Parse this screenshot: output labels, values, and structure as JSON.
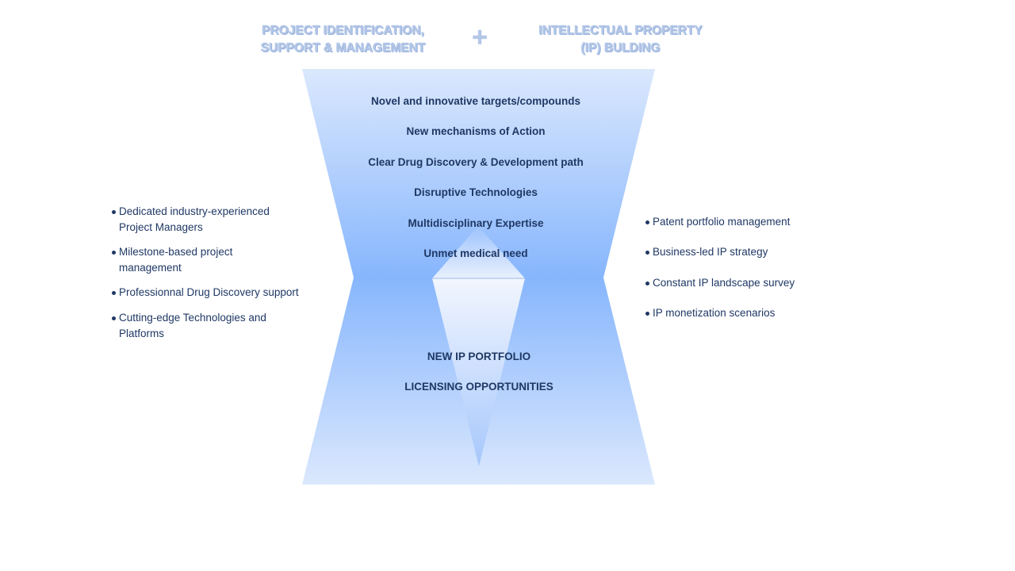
{
  "header": {
    "left_title": "PROJECT IDENTIFICATION,\nSUPPORT & MANAGEMENT",
    "plus": "+",
    "right_title": "INTELLECTUAL PROPERTY\n(IP) BULDING"
  },
  "funnel": {
    "top_items": [
      "Novel and innovative targets/compounds",
      "New mechanisms of Action",
      "Clear Drug Discovery & Development path",
      "Disruptive Technologies",
      "Multidisciplinary Expertise",
      "Unmet medical need"
    ],
    "bottom_items": [
      "NEW IP PORTFOLIO",
      "LICENSING OPPORTUNITIES"
    ]
  },
  "left_list": [
    "Dedicated industry-experienced\nProject Managers",
    "Milestone-based project\nmanagement",
    "Professionnal Drug Discovery support",
    "Cutting-edge Technologies and\nPlatforms"
  ],
  "right_list": [
    "Patent portfolio management",
    "Business-led IP strategy",
    "Constant IP landscape survey",
    "IP monetization  scenarios"
  ],
  "colors": {
    "text_dark": "#1f3864",
    "header_light": "#b4c7e7",
    "gradient_light": "#dae8fc",
    "gradient_mid": "#8ab8fd"
  }
}
